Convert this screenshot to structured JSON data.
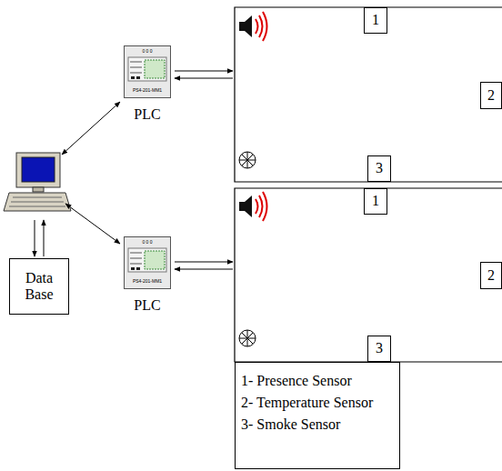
{
  "diagram": {
    "nodes": [
      {
        "text": [
          "PLC"
        ]
      },
      {
        "text": [
          "1"
        ]
      },
      {
        "text": [
          "2"
        ]
      },
      {
        "text": [
          "3"
        ]
      },
      {
        "text": [
          "PLC"
        ]
      },
      {
        "text": [
          "1"
        ]
      },
      {
        "text": [
          "2"
        ]
      },
      {
        "text": [
          "3"
        ]
      },
      {
        "text": [
          "Data Base"
        ]
      }
    ],
    "labels": [
      "0 0 0",
      "PS4-201-MM1",
      "0 0 0",
      "PS4-201-MM1"
    ],
    "legend": [
      {
        "text": "1- Presence Sensor"
      },
      {
        "text": "2- Temperature Sensor"
      },
      {
        "text": "3- Smoke Sensor"
      }
    ]
  }
}
